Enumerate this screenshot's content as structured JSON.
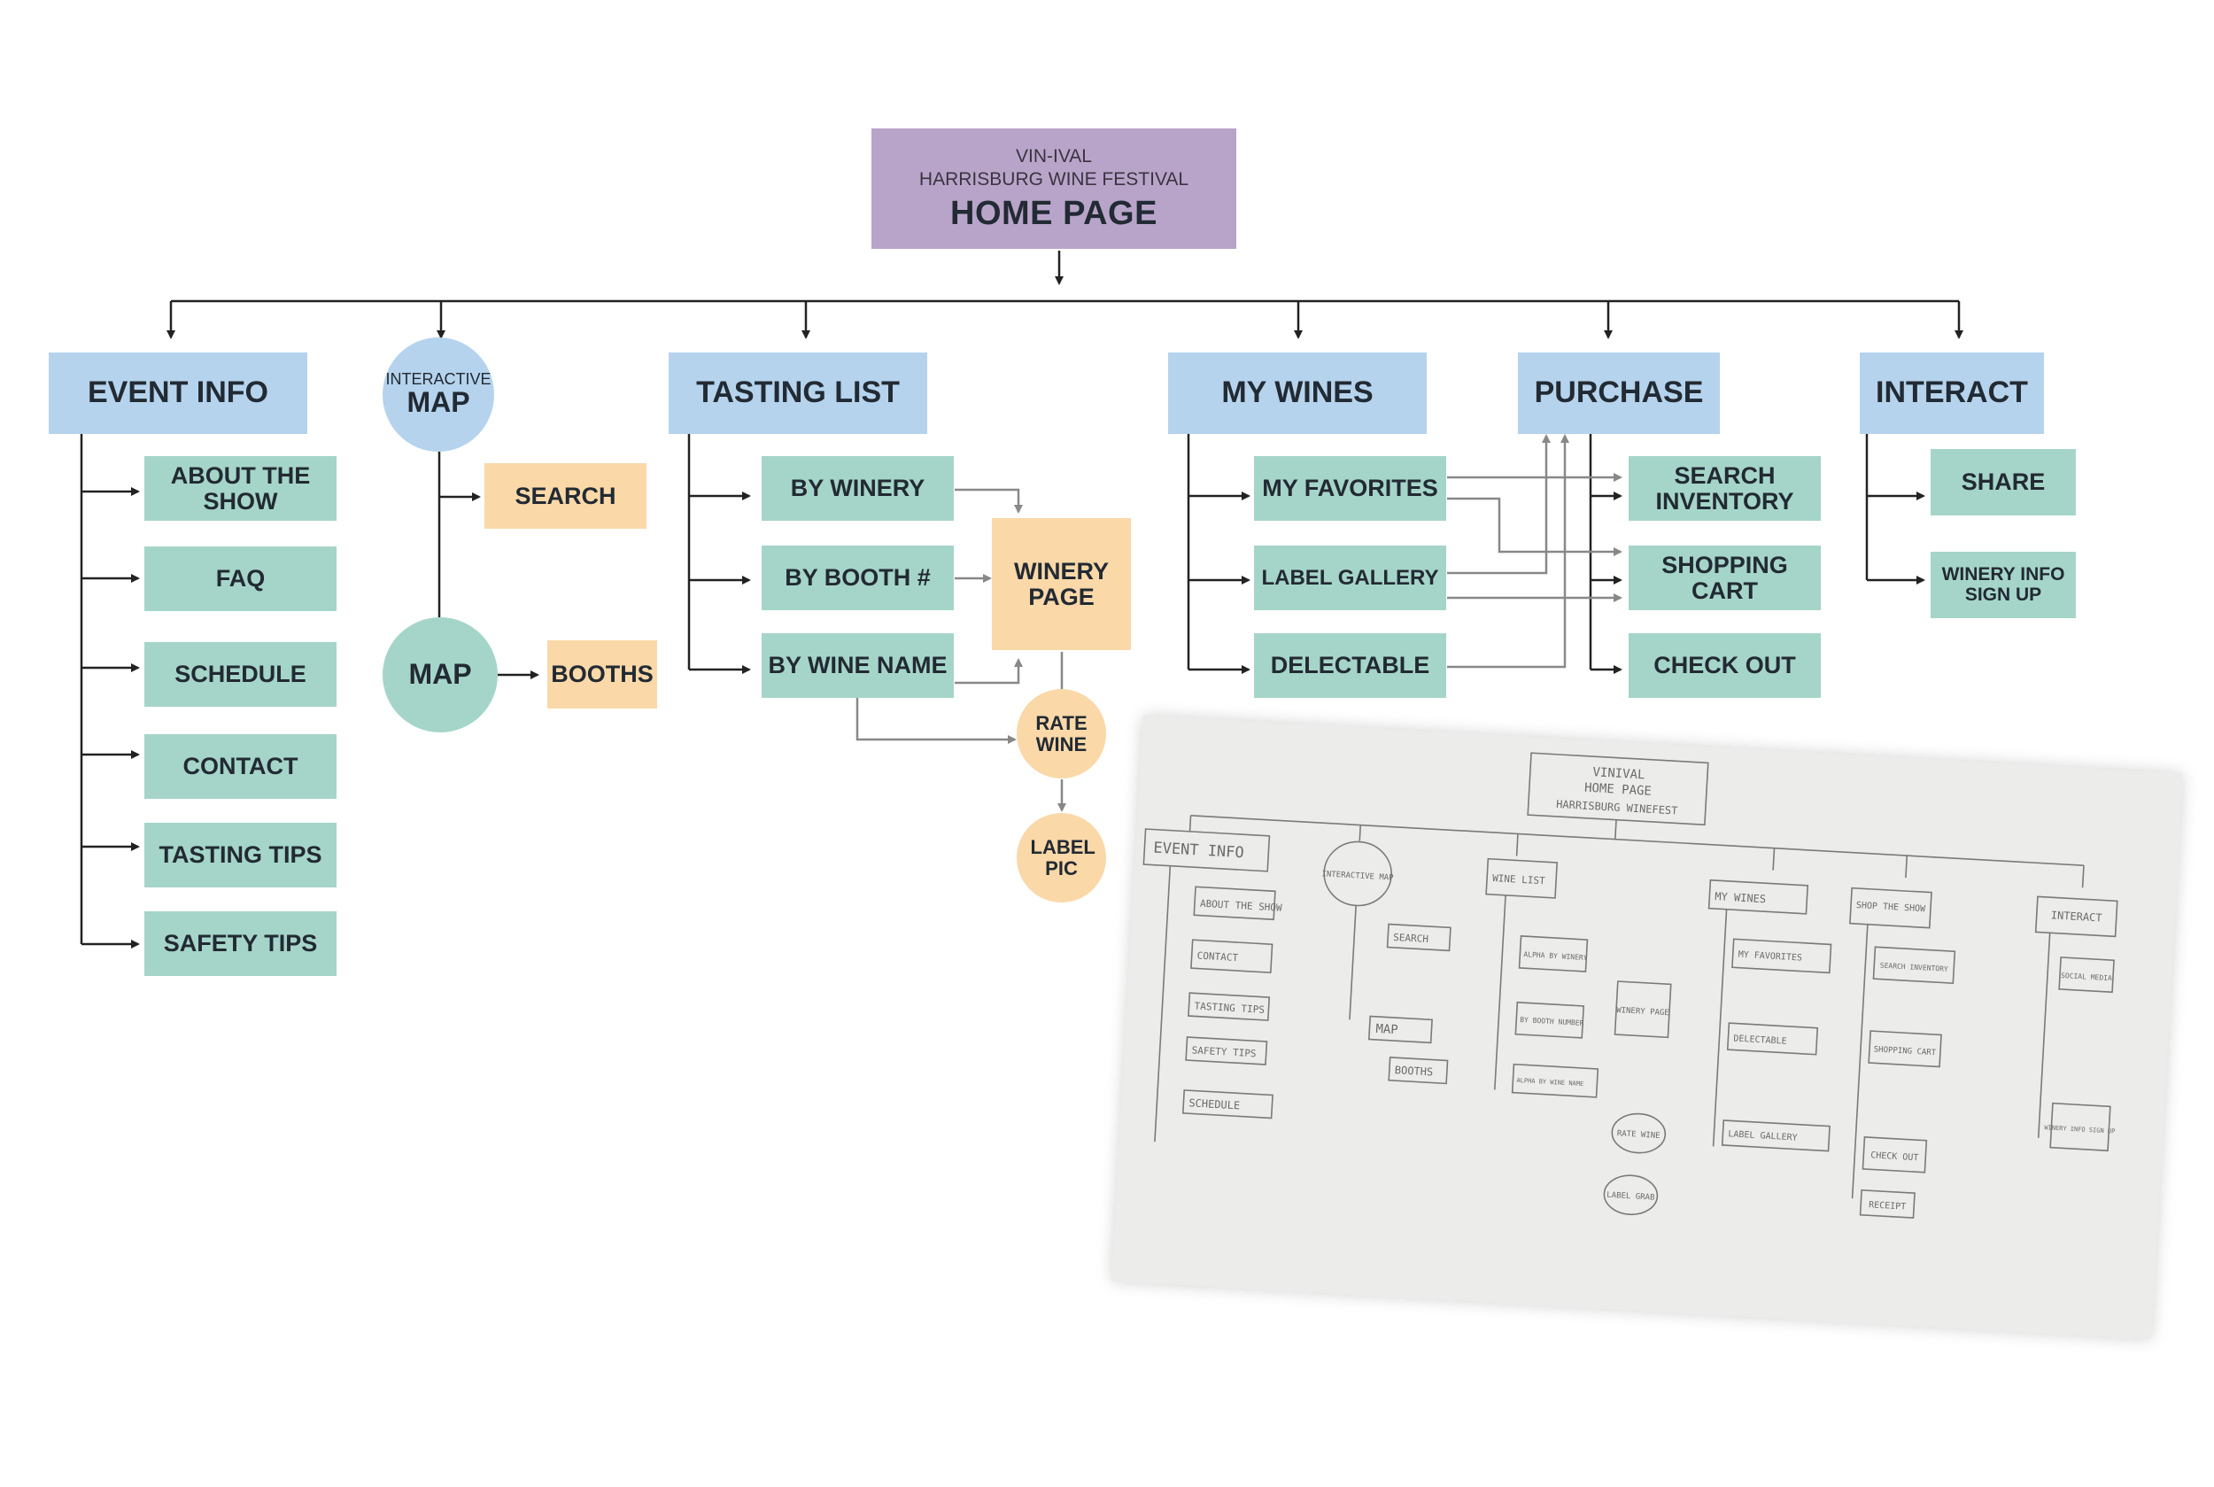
{
  "home": {
    "line1": "VIN-IVAL",
    "line2": "HARRISBURG WINE FESTIVAL",
    "title": "HOME PAGE"
  },
  "sections": {
    "event_info": "EVENT INFO",
    "interactive_map_small": "INTERACTIVE",
    "interactive_map_big": "MAP",
    "tasting_list": "TASTING LIST",
    "my_wines": "MY WINES",
    "purchase": "PURCHASE",
    "interact": "INTERACT"
  },
  "event_info_items": [
    "ABOUT THE SHOW",
    "FAQ",
    "SCHEDULE",
    "CONTACT",
    "TASTING TIPS",
    "SAFETY TIPS"
  ],
  "map_items": {
    "search": "SEARCH",
    "map": "MAP",
    "booths": "BOOTHS"
  },
  "tasting_items": {
    "by_winery": "BY WINERY",
    "by_booth": "BY BOOTH #",
    "by_wine_name": "BY WINE NAME",
    "winery_page": "WINERY PAGE",
    "rate_wine": "RATE WINE",
    "label_pic": "LABEL PIC"
  },
  "my_wines_items": [
    "MY FAVORITES",
    "LABEL GALLERY",
    "DELECTABLE"
  ],
  "purchase_items": [
    "SEARCH INVENTORY",
    "SHOPPING CART",
    "CHECK OUT"
  ],
  "interact_items": [
    "SHARE",
    "WINERY INFO SIGN UP"
  ],
  "sketch": {
    "home": [
      "VINIVAL",
      "HOME PAGE",
      "HARRISBURG WINEFEST"
    ],
    "event_info": "EVENT INFO",
    "event_items": [
      "ABOUT THE SHOW",
      "CONTACT",
      "TASTING TIPS",
      "SAFETY TIPS",
      "SCHEDULE"
    ],
    "interactive_map": "INTERACTIVE MAP",
    "search": "SEARCH",
    "map": "MAP",
    "booths": "BOOTHS",
    "wine_list": "WINE LIST",
    "wine_items": [
      "ALPHA BY WINERY",
      "BY BOOTH NUMBER",
      "ALPHA BY WINE NAME"
    ],
    "winery_page": "WINERY PAGE",
    "rate_wine": "RATE WINE",
    "label_grab": "LABEL GRAB",
    "my_wines": "MY WINES",
    "my_wines_items": [
      "MY FAVORITES",
      "DELECTABLE",
      "LABEL GALLERY"
    ],
    "shop": "SHOP THE SHOW",
    "shop_items": [
      "SEARCH INVENTORY",
      "SHOPPING CART",
      "CHECK OUT",
      "RECEIPT"
    ],
    "interact": "INTERACT",
    "interact_items": [
      "SOCIAL MEDIA",
      "WINERY INFO SIGN UP"
    ]
  },
  "colors": {
    "home": "#b9a4c9",
    "section": "#b5d3ec",
    "item": "#a5d5c9",
    "peach": "#fad8a8",
    "line": "#222222",
    "grey_line": "#888888"
  }
}
